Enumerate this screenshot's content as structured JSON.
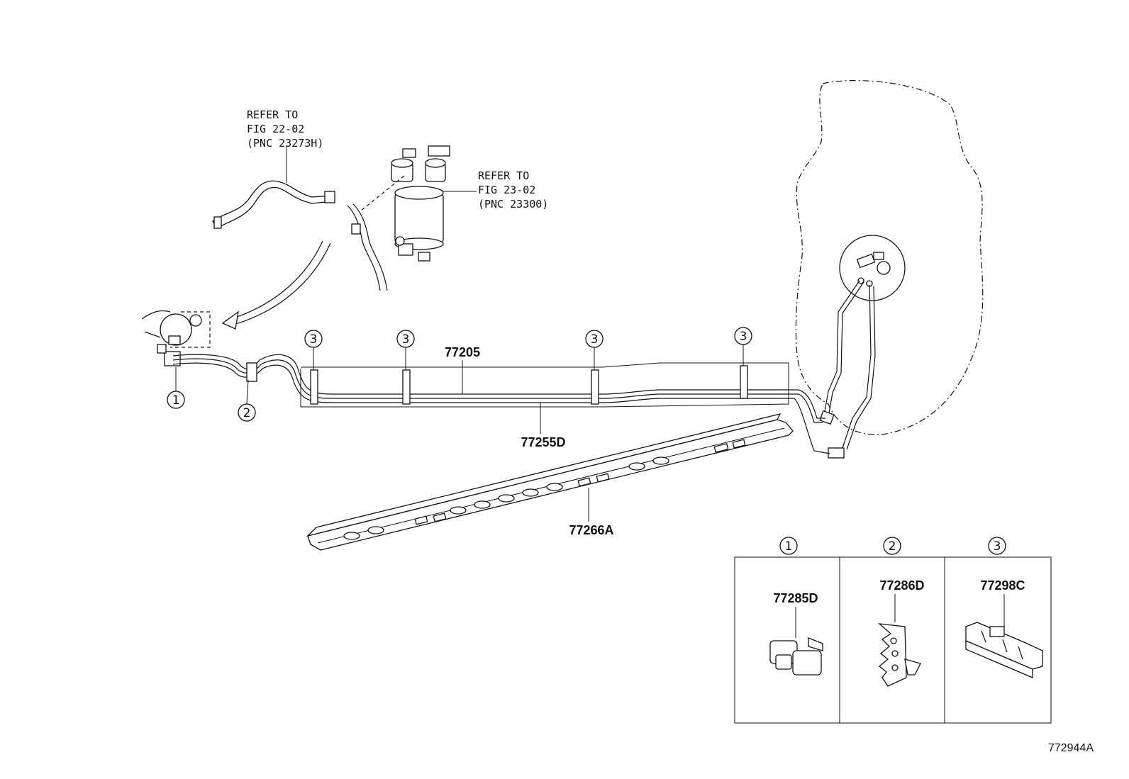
{
  "references": {
    "ref1": {
      "line1": "REFER TO",
      "line2": "FIG 22-02",
      "line3": "(PNC 23273H)"
    },
    "ref2": {
      "line1": "REFER TO",
      "line2": "FIG 23-02",
      "line3": "(PNC 23300)"
    }
  },
  "parts": {
    "tube_main": "77205",
    "tube_sub": "77255D",
    "protector": "77266A",
    "clamp_1": "77285D",
    "clamp_2": "77286D",
    "clamp_3": "77298C"
  },
  "callouts": {
    "c1": "1",
    "c2": "2",
    "c3": "3"
  },
  "figure_id": "772944A"
}
